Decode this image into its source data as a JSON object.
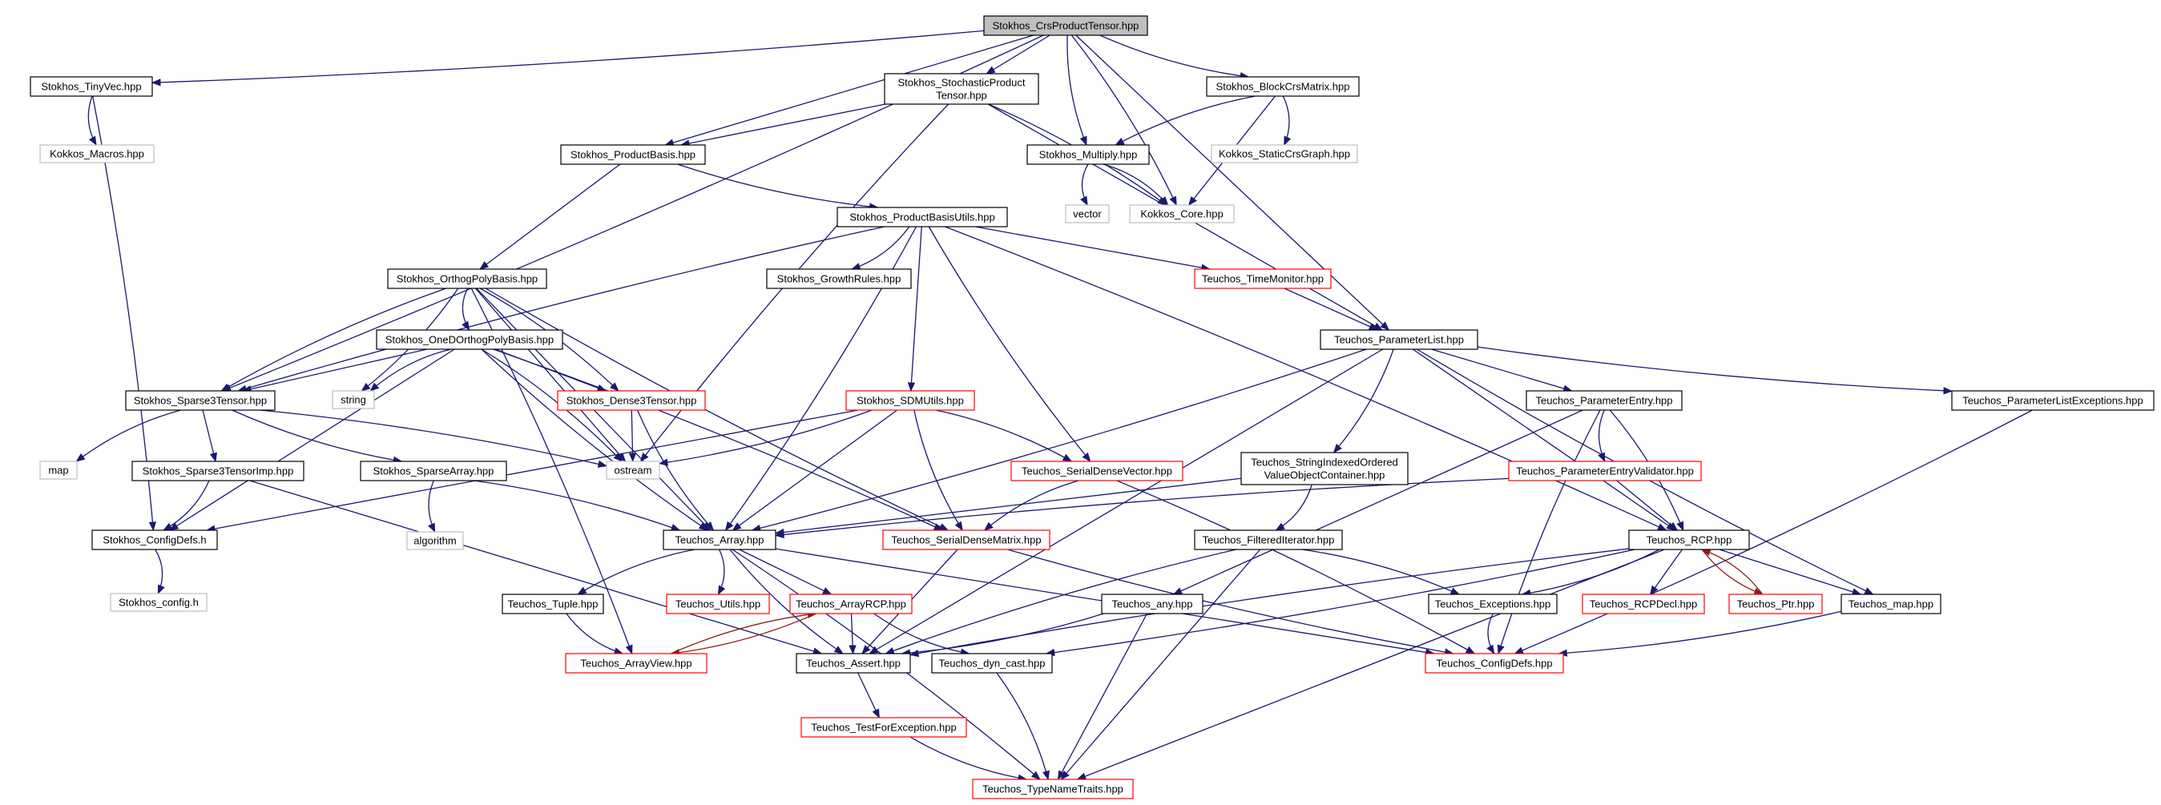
{
  "colors": {
    "edge": "#191970",
    "edge_red": "#8b1a1a",
    "root_fill": "#bfbfbf",
    "border_normal": "#000000",
    "border_truncated": "#ff0000",
    "border_system": "#bfbfbf"
  },
  "nodes": [
    {
      "id": "crs",
      "label": "Stokhos_CrsProductTensor.hpp",
      "kind": "root"
    },
    {
      "id": "tinyvec",
      "label": "Stokhos_TinyVec.hpp",
      "kind": "normal"
    },
    {
      "id": "stochprod",
      "label": "Stokhos_StochasticProduct\nTensor.hpp",
      "kind": "normal"
    },
    {
      "id": "blockcrs",
      "label": "Stokhos_BlockCrsMatrix.hpp",
      "kind": "normal"
    },
    {
      "id": "kmacros",
      "label": "Kokkos_Macros.hpp",
      "kind": "system"
    },
    {
      "id": "prodbasis",
      "label": "Stokhos_ProductBasis.hpp",
      "kind": "normal"
    },
    {
      "id": "multiply",
      "label": "Stokhos_Multiply.hpp",
      "kind": "normal"
    },
    {
      "id": "kstatic",
      "label": "Kokkos_StaticCrsGraph.hpp",
      "kind": "system"
    },
    {
      "id": "vector",
      "label": "vector",
      "kind": "system"
    },
    {
      "id": "kcore",
      "label": "Kokkos_Core.hpp",
      "kind": "system"
    },
    {
      "id": "pbutils",
      "label": "Stokhos_ProductBasisUtils.hpp",
      "kind": "normal"
    },
    {
      "id": "growth",
      "label": "Stokhos_GrowthRules.hpp",
      "kind": "normal"
    },
    {
      "id": "timemon",
      "label": "Teuchos_TimeMonitor.hpp",
      "kind": "truncated"
    },
    {
      "id": "orthopoly",
      "label": "Stokhos_OrthogPolyBasis.hpp",
      "kind": "normal"
    },
    {
      "id": "paramlist",
      "label": "Teuchos_ParameterList.hpp",
      "kind": "normal"
    },
    {
      "id": "oned",
      "label": "Stokhos_OneDOrthogPolyBasis.hpp",
      "kind": "normal"
    },
    {
      "id": "string",
      "label": "string",
      "kind": "system"
    },
    {
      "id": "sparse3",
      "label": "Stokhos_Sparse3Tensor.hpp",
      "kind": "normal"
    },
    {
      "id": "dense3",
      "label": "Stokhos_Dense3Tensor.hpp",
      "kind": "truncated"
    },
    {
      "id": "sdmutils",
      "label": "Stokhos_SDMUtils.hpp",
      "kind": "truncated"
    },
    {
      "id": "paramentry",
      "label": "Teuchos_ParameterEntry.hpp",
      "kind": "normal"
    },
    {
      "id": "plexc",
      "label": "Teuchos_ParameterListExceptions.hpp",
      "kind": "normal"
    },
    {
      "id": "map",
      "label": "map",
      "kind": "system"
    },
    {
      "id": "ostream",
      "label": "ostream",
      "kind": "system"
    },
    {
      "id": "sparse3imp",
      "label": "Stokhos_Sparse3TensorImp.hpp",
      "kind": "normal"
    },
    {
      "id": "sparsearr",
      "label": "Stokhos_SparseArray.hpp",
      "kind": "normal"
    },
    {
      "id": "serialvec",
      "label": "Teuchos_SerialDenseVector.hpp",
      "kind": "truncated"
    },
    {
      "id": "stridx",
      "label": "Teuchos_StringIndexedOrdered\nValueObjectContainer.hpp",
      "kind": "normal"
    },
    {
      "id": "pev",
      "label": "Teuchos_ParameterEntryValidator.hpp",
      "kind": "truncated"
    },
    {
      "id": "algorithm",
      "label": "algorithm",
      "kind": "system"
    },
    {
      "id": "configdefs_h",
      "label": "Stokhos_ConfigDefs.h",
      "kind": "normal"
    },
    {
      "id": "array",
      "label": "Teuchos_Array.hpp",
      "kind": "normal"
    },
    {
      "id": "serialmat",
      "label": "Teuchos_SerialDenseMatrix.hpp",
      "kind": "truncated"
    },
    {
      "id": "filtered",
      "label": "Teuchos_FilteredIterator.hpp",
      "kind": "normal"
    },
    {
      "id": "rcp",
      "label": "Teuchos_RCP.hpp",
      "kind": "normal"
    },
    {
      "id": "sconfig",
      "label": "Stokhos_config.h",
      "kind": "system"
    },
    {
      "id": "tuple",
      "label": "Teuchos_Tuple.hpp",
      "kind": "normal"
    },
    {
      "id": "utils",
      "label": "Teuchos_Utils.hpp",
      "kind": "truncated"
    },
    {
      "id": "arrayrcp",
      "label": "Teuchos_ArrayRCP.hpp",
      "kind": "truncated"
    },
    {
      "id": "any",
      "label": "Teuchos_any.hpp",
      "kind": "normal"
    },
    {
      "id": "exceptions",
      "label": "Teuchos_Exceptions.hpp",
      "kind": "normal"
    },
    {
      "id": "rcpdecl",
      "label": "Teuchos_RCPDecl.hpp",
      "kind": "truncated"
    },
    {
      "id": "ptr",
      "label": "Teuchos_Ptr.hpp",
      "kind": "truncated"
    },
    {
      "id": "tmap",
      "label": "Teuchos_map.hpp",
      "kind": "normal"
    },
    {
      "id": "arrayview",
      "label": "Teuchos_ArrayView.hpp",
      "kind": "truncated"
    },
    {
      "id": "assert",
      "label": "Teuchos_Assert.hpp",
      "kind": "normal"
    },
    {
      "id": "dyncast",
      "label": "Teuchos_dyn_cast.hpp",
      "kind": "normal"
    },
    {
      "id": "tconfigdefs",
      "label": "Teuchos_ConfigDefs.hpp",
      "kind": "truncated"
    },
    {
      "id": "testexc",
      "label": "Teuchos_TestForException.hpp",
      "kind": "truncated"
    },
    {
      "id": "typename",
      "label": "Teuchos_TypeNameTraits.hpp",
      "kind": "truncated"
    }
  ],
  "edges": [
    [
      "crs",
      "tinyvec"
    ],
    [
      "crs",
      "stochprod"
    ],
    [
      "crs",
      "blockcrs"
    ],
    [
      "crs",
      "sparse3"
    ],
    [
      "crs",
      "prodbasis"
    ],
    [
      "crs",
      "multiply"
    ],
    [
      "crs",
      "kcore"
    ],
    [
      "crs",
      "paramlist"
    ],
    [
      "tinyvec",
      "kmacros"
    ],
    [
      "tinyvec",
      "configdefs_h"
    ],
    [
      "stochprod",
      "prodbasis"
    ],
    [
      "stochprod",
      "ostream"
    ],
    [
      "stochprod",
      "kcore"
    ],
    [
      "stochprod",
      "paramlist"
    ],
    [
      "blockcrs",
      "multiply"
    ],
    [
      "blockcrs",
      "kstatic"
    ],
    [
      "blockcrs",
      "kcore"
    ],
    [
      "multiply",
      "vector"
    ],
    [
      "multiply",
      "kcore"
    ],
    [
      "prodbasis",
      "orthopoly"
    ],
    [
      "prodbasis",
      "pbutils"
    ],
    [
      "pbutils",
      "growth"
    ],
    [
      "pbutils",
      "timemon"
    ],
    [
      "pbutils",
      "sparse3"
    ],
    [
      "pbutils",
      "array"
    ],
    [
      "pbutils",
      "sdmutils"
    ],
    [
      "pbutils",
      "serialvec"
    ],
    [
      "pbutils",
      "rcp"
    ],
    [
      "timemon",
      "paramlist"
    ],
    [
      "orthopoly",
      "oned"
    ],
    [
      "orthopoly",
      "string"
    ],
    [
      "orthopoly",
      "ostream"
    ],
    [
      "orthopoly",
      "sparse3"
    ],
    [
      "orthopoly",
      "dense3"
    ],
    [
      "orthopoly",
      "array"
    ],
    [
      "orthopoly",
      "serialmat"
    ],
    [
      "orthopoly",
      "arrayview"
    ],
    [
      "oned",
      "sparse3"
    ],
    [
      "oned",
      "string"
    ],
    [
      "oned",
      "ostream"
    ],
    [
      "oned",
      "dense3"
    ],
    [
      "oned",
      "array"
    ],
    [
      "oned",
      "serialmat"
    ],
    [
      "oned",
      "configdefs_h"
    ],
    [
      "sparse3",
      "map"
    ],
    [
      "sparse3",
      "ostream"
    ],
    [
      "sparse3",
      "sparse3imp"
    ],
    [
      "sparse3",
      "sparsearr"
    ],
    [
      "sparse3imp",
      "configdefs_h"
    ],
    [
      "sparse3imp",
      "assert"
    ],
    [
      "sparsearr",
      "algorithm"
    ],
    [
      "sparsearr",
      "array"
    ],
    [
      "dense3",
      "ostream"
    ],
    [
      "dense3",
      "array"
    ],
    [
      "sdmutils",
      "ostream"
    ],
    [
      "sdmutils",
      "array"
    ],
    [
      "sdmutils",
      "serialmat"
    ],
    [
      "sdmutils",
      "serialvec"
    ],
    [
      "sdmutils",
      "configdefs_h"
    ],
    [
      "serialvec",
      "serialmat"
    ],
    [
      "serialvec",
      "tconfigdefs"
    ],
    [
      "serialmat",
      "assert"
    ],
    [
      "serialmat",
      "tconfigdefs"
    ],
    [
      "configdefs_h",
      "sconfig"
    ],
    [
      "paramlist",
      "paramentry"
    ],
    [
      "paramlist",
      "plexc"
    ],
    [
      "paramlist",
      "stridx"
    ],
    [
      "paramlist",
      "rcp"
    ],
    [
      "paramlist",
      "tmap"
    ],
    [
      "paramlist",
      "array"
    ],
    [
      "paramlist",
      "assert"
    ],
    [
      "paramentry",
      "pev"
    ],
    [
      "paramentry",
      "rcp"
    ],
    [
      "paramentry",
      "any"
    ],
    [
      "paramentry",
      "tconfigdefs"
    ],
    [
      "plexc",
      "tconfigdefs"
    ],
    [
      "pev",
      "rcp"
    ],
    [
      "pev",
      "array"
    ],
    [
      "stridx",
      "filtered"
    ],
    [
      "stridx",
      "array"
    ],
    [
      "filtered",
      "assert"
    ],
    [
      "filtered",
      "exceptions"
    ],
    [
      "filtered",
      "typename"
    ],
    [
      "array",
      "tuple"
    ],
    [
      "array",
      "utils"
    ],
    [
      "array",
      "arrayrcp"
    ],
    [
      "array",
      "assert"
    ],
    [
      "array",
      "typename"
    ],
    [
      "array",
      "tconfigdefs"
    ],
    [
      "tuple",
      "arrayview"
    ],
    [
      "arrayrcp",
      "arrayview"
    ],
    [
      "arrayrcp",
      "assert"
    ],
    [
      "arrayrcp",
      "dyncast"
    ],
    [
      "arrayview",
      "arrayrcp"
    ],
    [
      "rcp",
      "rcpdecl"
    ],
    [
      "rcp",
      "ptr"
    ],
    [
      "rcp",
      "exceptions"
    ],
    [
      "rcp",
      "tmap"
    ],
    [
      "rcp",
      "assert"
    ],
    [
      "rcp",
      "dyncast"
    ],
    [
      "rcp",
      "typename"
    ],
    [
      "ptr",
      "rcp"
    ],
    [
      "any",
      "assert"
    ],
    [
      "any",
      "typename"
    ],
    [
      "exceptions",
      "tconfigdefs"
    ],
    [
      "tmap",
      "tconfigdefs"
    ],
    [
      "assert",
      "testexc"
    ],
    [
      "testexc",
      "typename"
    ],
    [
      "dyncast",
      "typename"
    ]
  ]
}
